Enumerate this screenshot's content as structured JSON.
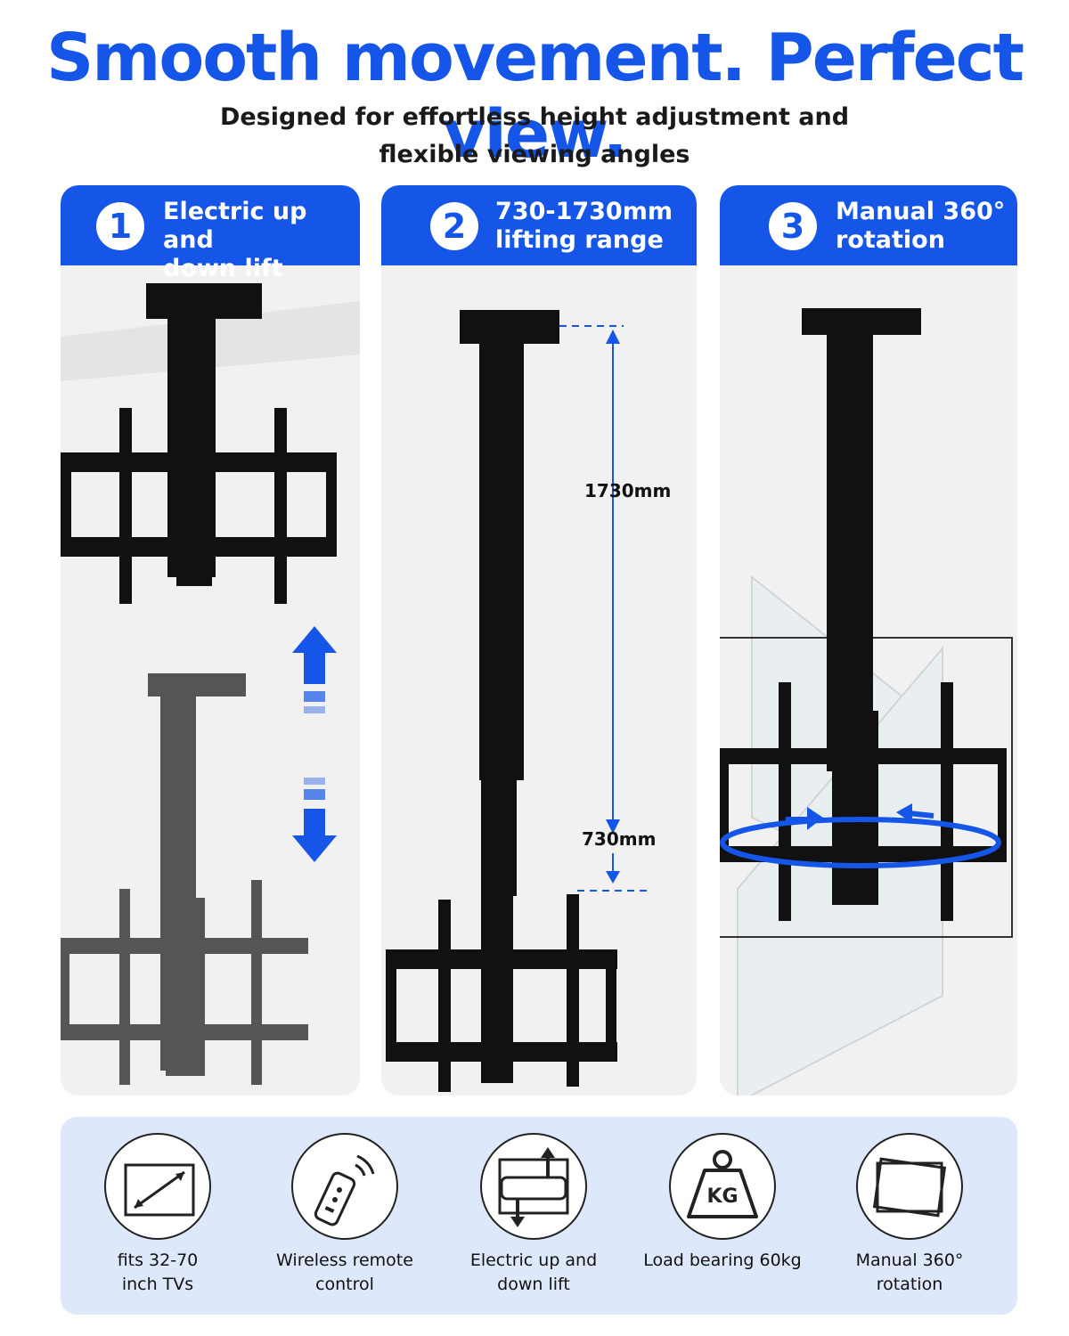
{
  "headline": "Smooth movement. Perfect view.",
  "subheadline": {
    "line1": "Designed for effortless height adjustment and",
    "line2": "flexible viewing angles"
  },
  "panels": [
    {
      "number": "1",
      "title_line1": "Electric up and",
      "title_line2": "down lift"
    },
    {
      "number": "2",
      "title_line1": "730-1730mm",
      "title_line2": "lifting range"
    },
    {
      "number": "3",
      "title_line1": "Manual 360°",
      "title_line2": "rotation"
    }
  ],
  "dimensions": {
    "max": "1730mm",
    "min": "730mm"
  },
  "features": [
    {
      "icon": "tv-size-icon",
      "line1": "fits 32-70",
      "line2": "inch TVs"
    },
    {
      "icon": "remote-control-icon",
      "line1": "Wireless remote",
      "line2": "control"
    },
    {
      "icon": "up-down-lift-icon",
      "line1": "Electric up and",
      "line2": "down lift"
    },
    {
      "icon": "weight-icon",
      "line1": "Load bearing 60kg",
      "line2": "",
      "weight_text": "KG"
    },
    {
      "icon": "rotation-icon",
      "line1": "Manual 360°",
      "line2": "rotation"
    }
  ],
  "colors": {
    "accent": "#1556e8",
    "panel_bg": "#f1f1f1",
    "feature_bg": "#dde8fb"
  }
}
